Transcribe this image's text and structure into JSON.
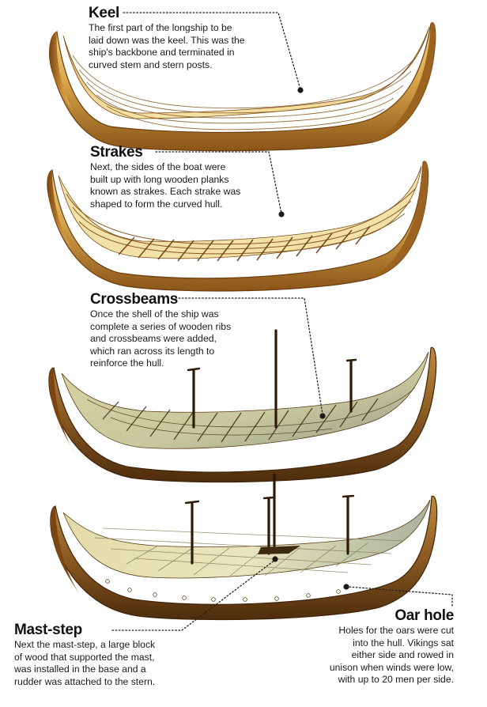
{
  "stages": {
    "keel": {
      "title": "Keel",
      "lines": [
        "The first part of the longship to be",
        "laid down was the keel. This was the",
        "ship's backbone and terminated in",
        "curved stem and stern posts."
      ]
    },
    "strakes": {
      "title": "Strakes",
      "lines": [
        "Next, the sides of the boat were",
        "built up with long wooden planks",
        "known as strakes. Each strake was",
        "shaped to form the curved hull."
      ]
    },
    "crossbeams": {
      "title": "Crossbeams",
      "lines": [
        "Once the shell of the ship was",
        "complete a series of wooden ribs",
        "and crossbeams were added,",
        "which ran across its length to",
        "reinforce the hull."
      ]
    },
    "mast_step": {
      "title": "Mast-step",
      "lines": [
        "Next the mast-step, a large block",
        "of wood that supported the mast,",
        "was installed in the base and a",
        "rudder was attached to the stern."
      ]
    },
    "oar_hole": {
      "title": "Oar hole",
      "lines": [
        "Holes for the oars were cut",
        "into the hull. Vikings sat",
        "either side and rowed in",
        "unison when winds were low,",
        "with up to 20 men per side."
      ]
    }
  },
  "colors": {
    "wood_light": "#f2d68a",
    "wood_mid": "#c8902e",
    "wood_dark": "#6b3d10",
    "deck_light": "#e6e2b4",
    "deck_shadow": "#7d8a7a"
  }
}
